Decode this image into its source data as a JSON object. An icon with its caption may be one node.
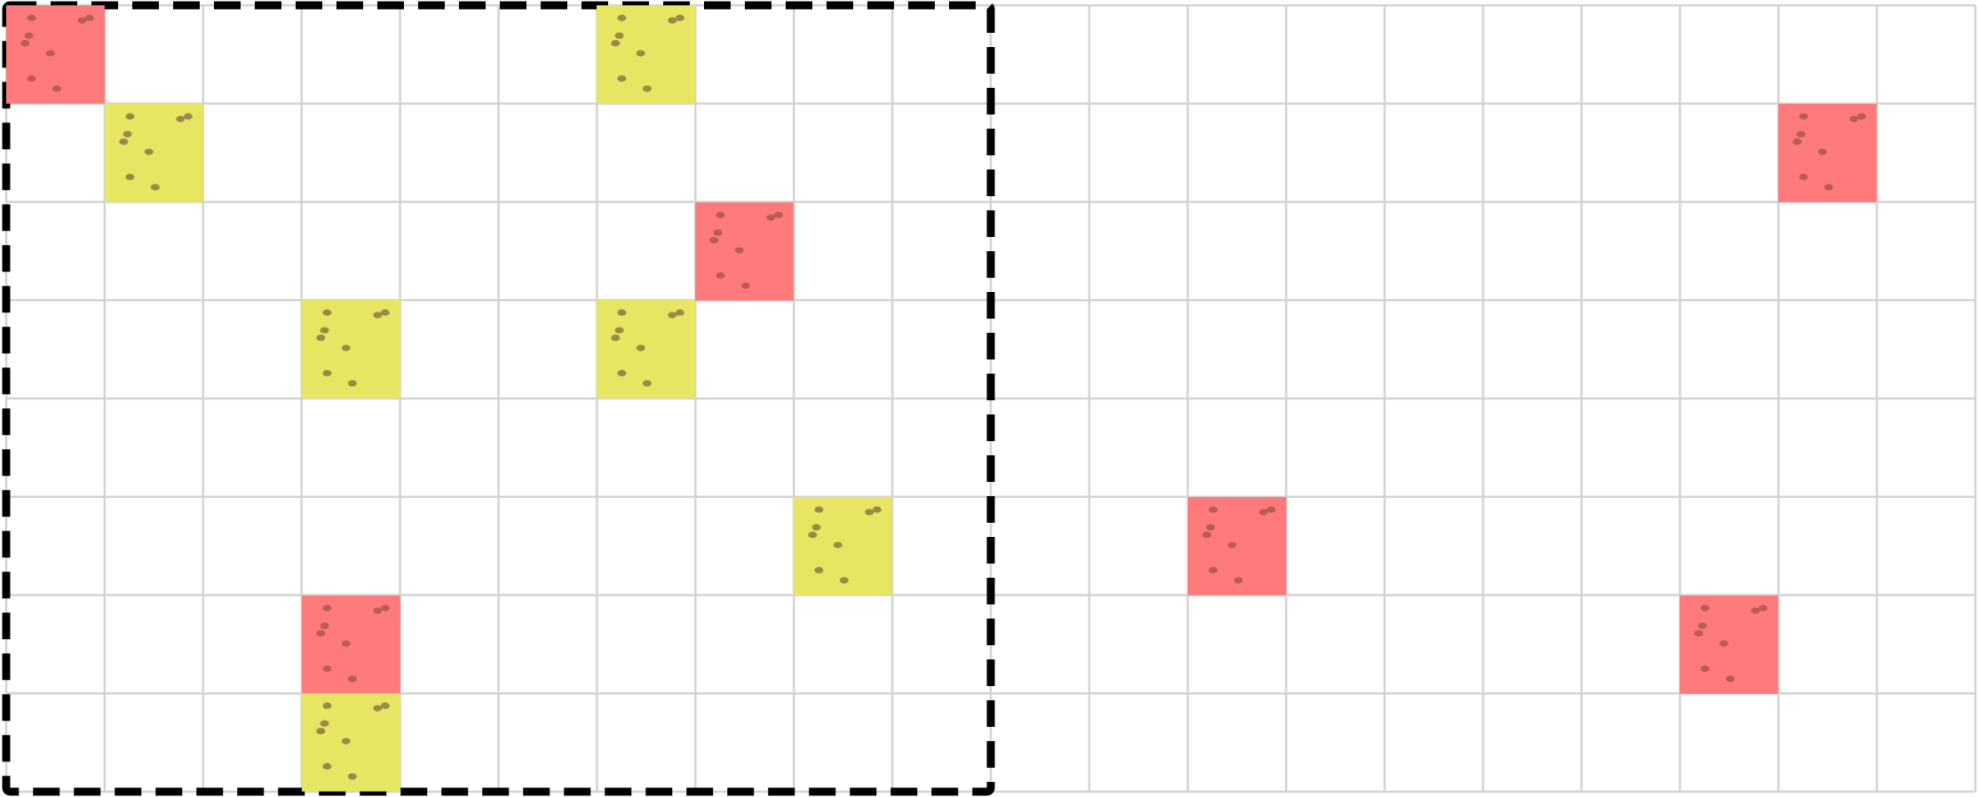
{
  "diagram": {
    "nodes": [
      {
        "text": [],
        "shape": "box"
      },
      {
        "text": [],
        "shape": "box",
        "in": 0
      },
      {
        "text": [],
        "shape": "box",
        "in": 0
      },
      {
        "text": [],
        "shape": "box",
        "in": 0
      },
      {
        "text": [],
        "shape": "box"
      },
      {
        "text": [],
        "shape": "box",
        "in": 0
      },
      {
        "text": [],
        "shape": "box",
        "in": 0
      },
      {
        "text": [],
        "shape": "box",
        "in": 0
      },
      {
        "text": [],
        "shape": "box",
        "in": 0
      },
      {
        "text": [],
        "shape": "box"
      },
      {
        "text": [],
        "shape": "box",
        "in": 0
      },
      {
        "text": [],
        "shape": "box"
      },
      {
        "text": [],
        "shape": "box",
        "in": 0
      }
    ]
  }
}
